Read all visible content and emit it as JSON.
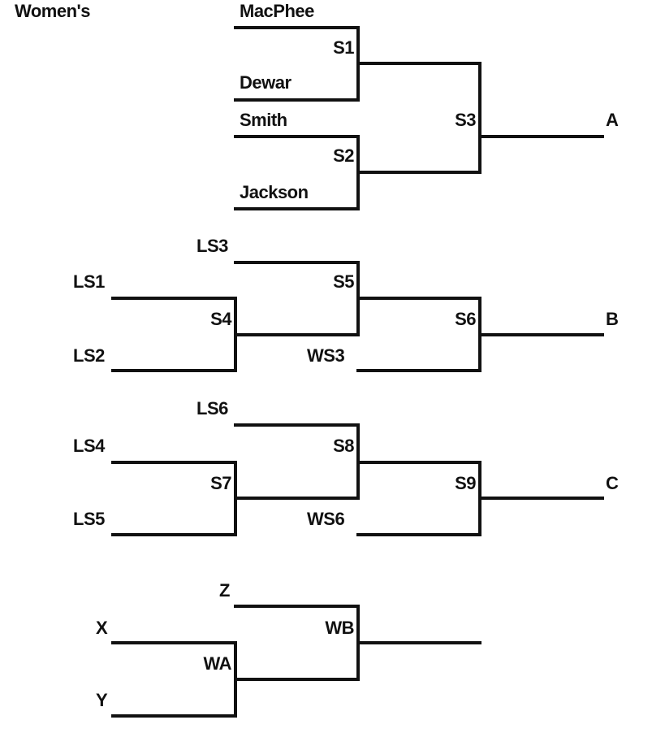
{
  "title": "Women's",
  "main": {
    "players": [
      "MacPhee",
      "Dewar",
      "Smith",
      "Jackson"
    ],
    "s1": "S1",
    "s2": "S2",
    "s3": "S3",
    "result": "A"
  },
  "bracket_b": {
    "ls3": "LS3",
    "ls1": "LS1",
    "ls2": "LS2",
    "s4": "S4",
    "s5": "S5",
    "ws3": "WS3",
    "s6": "S6",
    "result": "B"
  },
  "bracket_c": {
    "ls6": "LS6",
    "ls4": "LS4",
    "ls5": "LS5",
    "s7": "S7",
    "s8": "S8",
    "ws6": "WS6",
    "s9": "S9",
    "result": "C"
  },
  "bracket_w": {
    "z": "Z",
    "x": "X",
    "y": "Y",
    "wa": "WA",
    "wb": "WB"
  }
}
